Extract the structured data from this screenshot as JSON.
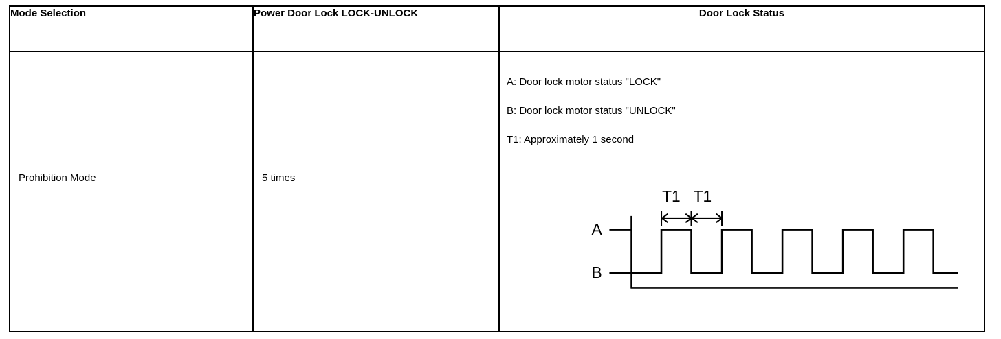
{
  "table": {
    "headers": [
      {
        "label": "Mode Selection",
        "align": "left"
      },
      {
        "label": "Power Door Lock LOCK-UNLOCK",
        "align": "left"
      },
      {
        "label": "Door Lock Status",
        "align": "center"
      }
    ],
    "rows": [
      {
        "mode_selection": "Prohibition Mode",
        "power_door_lock": "5 times",
        "door_lock_status": {
          "legend": [
            "A: Door lock motor status \"LOCK\"",
            "B: Door lock motor status \"UNLOCK\"",
            "T1: Approximately 1 second"
          ],
          "axis_labels": {
            "high": "A",
            "low": "B"
          },
          "dimension_labels": [
            "T1",
            "T1"
          ]
        }
      }
    ]
  },
  "chart_data": {
    "type": "line",
    "title": "Door lock motor status timing chart",
    "xlabel": "",
    "ylabel": "",
    "y_levels": [
      {
        "name": "A",
        "meaning": "Door lock motor status \"LOCK\"",
        "value": 1
      },
      {
        "name": "B",
        "meaning": "Door lock motor status \"UNLOCK\"",
        "value": 0
      }
    ],
    "pulse_count": 5,
    "period_label": "T1",
    "period_seconds": 1,
    "annotation": "T1: Approximately 1 second",
    "series": [
      {
        "name": "Door lock motor status",
        "points": [
          {
            "x": 0,
            "y": "B"
          },
          {
            "x": 1,
            "y": "B"
          },
          {
            "x": 1,
            "y": "A"
          },
          {
            "x": 2,
            "y": "A"
          },
          {
            "x": 2,
            "y": "B"
          },
          {
            "x": 3,
            "y": "B"
          },
          {
            "x": 3,
            "y": "A"
          },
          {
            "x": 4,
            "y": "A"
          },
          {
            "x": 4,
            "y": "B"
          },
          {
            "x": 5,
            "y": "B"
          },
          {
            "x": 5,
            "y": "A"
          },
          {
            "x": 6,
            "y": "A"
          },
          {
            "x": 6,
            "y": "B"
          },
          {
            "x": 7,
            "y": "B"
          },
          {
            "x": 7,
            "y": "A"
          },
          {
            "x": 8,
            "y": "A"
          },
          {
            "x": 8,
            "y": "B"
          },
          {
            "x": 9,
            "y": "B"
          },
          {
            "x": 9,
            "y": "A"
          },
          {
            "x": 10,
            "y": "A"
          },
          {
            "x": 10,
            "y": "B"
          },
          {
            "x": 11.5,
            "y": "B"
          }
        ]
      }
    ],
    "grid": false,
    "legend_position": "top-left"
  },
  "colors": {
    "line": "#000000",
    "border": "#000000",
    "background": "#ffffff"
  }
}
